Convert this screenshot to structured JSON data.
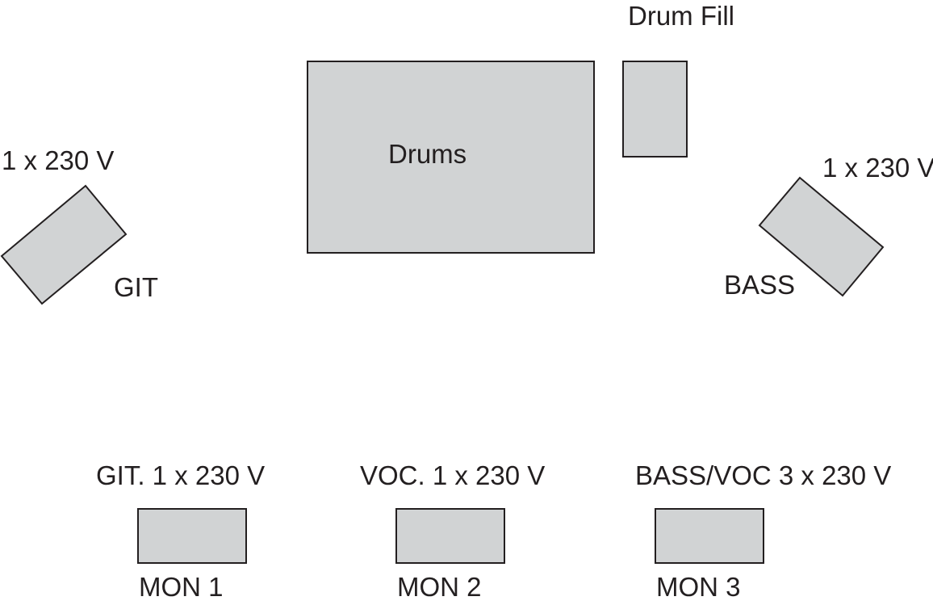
{
  "diagram": {
    "drums": {
      "label": "Drums"
    },
    "drum_fill": {
      "label": "Drum Fill"
    },
    "guitar_amp": {
      "label": "GIT",
      "power": "1 x 230 V"
    },
    "bass_amp": {
      "label": "BASS",
      "power": "1 x 230 V"
    },
    "monitors": [
      {
        "label": "MON 1",
        "power": "GIT. 1 x 230 V"
      },
      {
        "label": "MON 2",
        "power": "VOC. 1 x 230 V"
      },
      {
        "label": "MON 3",
        "power": "BASS/VOC 3 x 230 V"
      }
    ],
    "colors": {
      "box_fill": "#d1d3d4",
      "outline": "#231f20",
      "background": "#ffffff"
    }
  }
}
